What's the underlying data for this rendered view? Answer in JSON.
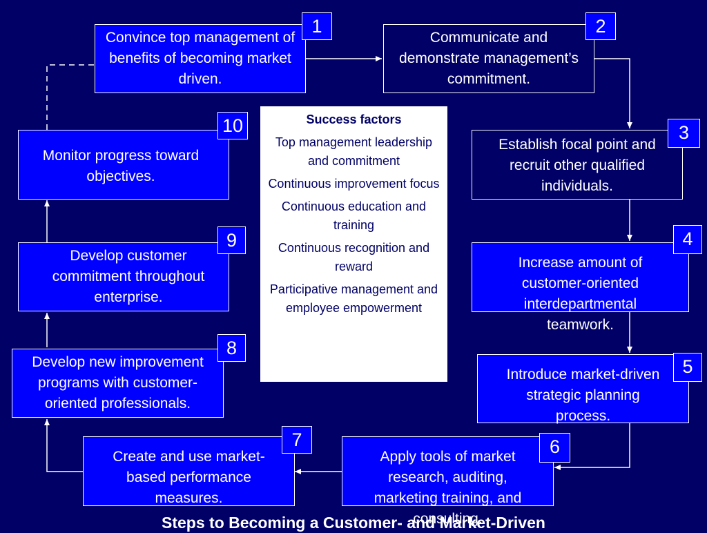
{
  "title": "Steps to Becoming a Customer- and Market-Driven",
  "steps": [
    {
      "number": "1",
      "text": "Convince top management of benefits of becoming market driven."
    },
    {
      "number": "2",
      "text": "Communicate and demonstrate management’s commitment."
    },
    {
      "number": "3",
      "text": "Establish focal point and recruit other qualified individuals."
    },
    {
      "number": "4",
      "text": "Increase amount of customer-oriented interdepartmental teamwork."
    },
    {
      "number": "5",
      "text": "Introduce market-driven strategic planning process."
    },
    {
      "number": "6",
      "text": "Apply tools of market research, auditing, marketing training, and consulting."
    },
    {
      "number": "7",
      "text": "Create and use market-based performance measures."
    },
    {
      "number": "8",
      "text": "Develop new improvement programs with customer-oriented professionals."
    },
    {
      "number": "9",
      "text": "Develop customer commitment throughout enterprise."
    },
    {
      "number": "10",
      "text": "Monitor progress toward objectives."
    }
  ],
  "success_factors": {
    "heading": "Success factors",
    "items": [
      "Top management leadership and commitment",
      "Continuous improvement focus",
      "Continuous education and training",
      "Continuous recognition and reward",
      "Participative management and employee empowerment"
    ]
  },
  "colors": {
    "background": "#000066",
    "box_fill": "#0000ff",
    "line": "#ffffff"
  }
}
